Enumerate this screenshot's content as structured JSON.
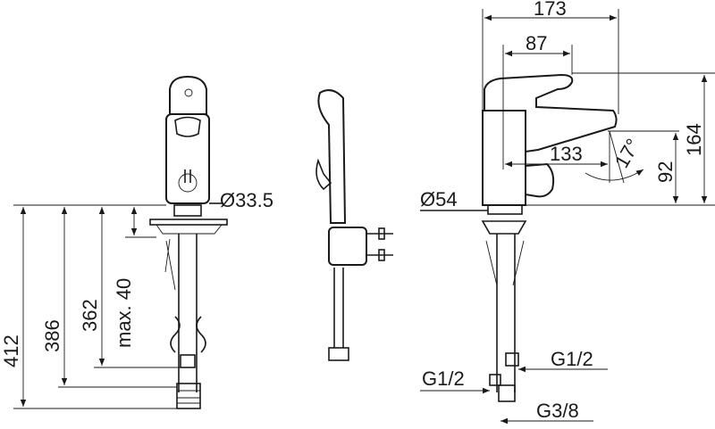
{
  "drawing": {
    "dimensions": {
      "overall_length": "173",
      "handle_offset": "87",
      "total_height": "164",
      "spout_reach": "133",
      "spout_angle": "17°",
      "spout_height": "92",
      "front_diameter": "Ø33.5",
      "side_diameter": "Ø54",
      "hose_length_1": "412",
      "hose_length_2": "386",
      "hose_length_3": "362",
      "max_deck_thickness": "max. 40",
      "thread_left": "G1/2",
      "thread_right": "G1/2",
      "thread_bottom": "G3/8"
    }
  }
}
